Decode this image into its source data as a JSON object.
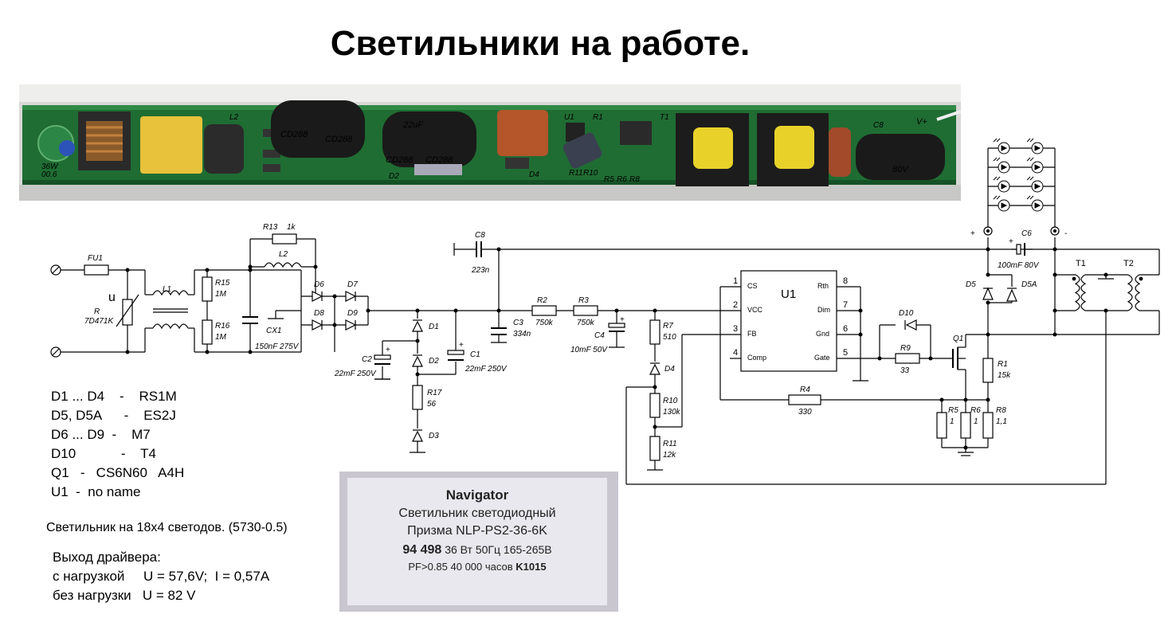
{
  "title": "Светильники на работе.",
  "photo": {
    "markings": [
      "CD288",
      "CD288",
      "22uF",
      "CD288",
      "CD288",
      "80V",
      "V+",
      "L2",
      "U1",
      "R1",
      "R10",
      "R11",
      "R5",
      "R6",
      "R8",
      "T1",
      "D2",
      "D4",
      "C8",
      "36W",
      "00.6"
    ]
  },
  "schematic": {
    "labels": {
      "fu1": "FU1",
      "l1": "L1",
      "r": "R",
      "r_val": "7D471K",
      "u": "u",
      "r15": "R15",
      "r15_val": "1M",
      "r16": "R16",
      "r16_val": "1M",
      "r13": "R13",
      "r13_val": "1k",
      "l2": "L2",
      "cx1": "CX1",
      "cx1_val": "150nF 275V",
      "d6": "D6",
      "d7": "D7",
      "d8": "D8",
      "d9": "D9",
      "c8": "C8",
      "c8_val": "223n",
      "d1": "D1",
      "d2": "D2",
      "d3": "D3",
      "r17": "R17",
      "r17_val": "56",
      "c2": "C2",
      "c2_val": "22mF 250V",
      "c1": "C1",
      "c1_val": "22mF 250V",
      "c3": "C3",
      "c3_val": "334n",
      "r2": "R2",
      "r2_val": "750k",
      "r3": "R3",
      "r3_val": "750k",
      "c4": "C4",
      "c4_val": "10mF 50V",
      "r7": "R7",
      "r7_val": "510",
      "d4": "D4",
      "r10": "R10",
      "r10_val": "130k",
      "r11": "R11",
      "r11_val": "12k",
      "u1": "U1",
      "pin_cs": "CS",
      "pin_vcc": "VCC",
      "pin_fb": "FB",
      "pin_comp": "Comp",
      "pin_rth": "Rth",
      "pin_dim": "Dim",
      "pin_gnd": "Gnd",
      "pin_gate": "Gate",
      "n1": "1",
      "n2": "2",
      "n3": "3",
      "n4": "4",
      "n5": "5",
      "n6": "6",
      "n7": "7",
      "n8": "8",
      "d10": "D10",
      "r9": "R9",
      "r9_val": "33",
      "r4": "R4",
      "r4_val": "330",
      "q1": "Q1",
      "d5": "D5",
      "d5a": "D5A",
      "r1": "R1",
      "r1_val": "15k",
      "r5": "R5",
      "r5_val": "1",
      "r6": "R6",
      "r6_val": "1",
      "r8": "R8",
      "r8_val": "1,1",
      "c6": "C6",
      "c6_val": "100mF 80V",
      "plus": "+",
      "minus": "-",
      "t1": "T1",
      "t2": "T2"
    }
  },
  "parts_list": [
    "D1 ... D4    -    RS1M",
    "D5, D5A      -    ES2J",
    "D6 ... D9  -    M7",
    "D10            -    T4",
    "Q1   -   CS6N60   A4H",
    "U1  -  no name"
  ],
  "note": "Светильник на 18x4 светодов.  (5730-0.5)",
  "output": {
    "title": "Выход драйвера:",
    "loaded": "с нагрузкой     U = 57,6V;  I = 0,57A",
    "unloaded": "без нагрузки   U = 82 V"
  },
  "product_label": {
    "brand": "Navigator",
    "line1": "Светильник светодиодный",
    "line2": "Призма NLP-PS2-36-6K",
    "code": "94 498",
    "specs": "36 Вт 50Гц 165-265В",
    "line4_pre": "PF>0.85 40 000 часов",
    "line4_code": "K1015"
  },
  "colors": {
    "pcb": "#1f6d33",
    "cap_black": "#1a1a1a",
    "cap_orange": "#b4552a",
    "core_yellow": "#e8d22a",
    "label_bg": "#e8e8ee"
  }
}
